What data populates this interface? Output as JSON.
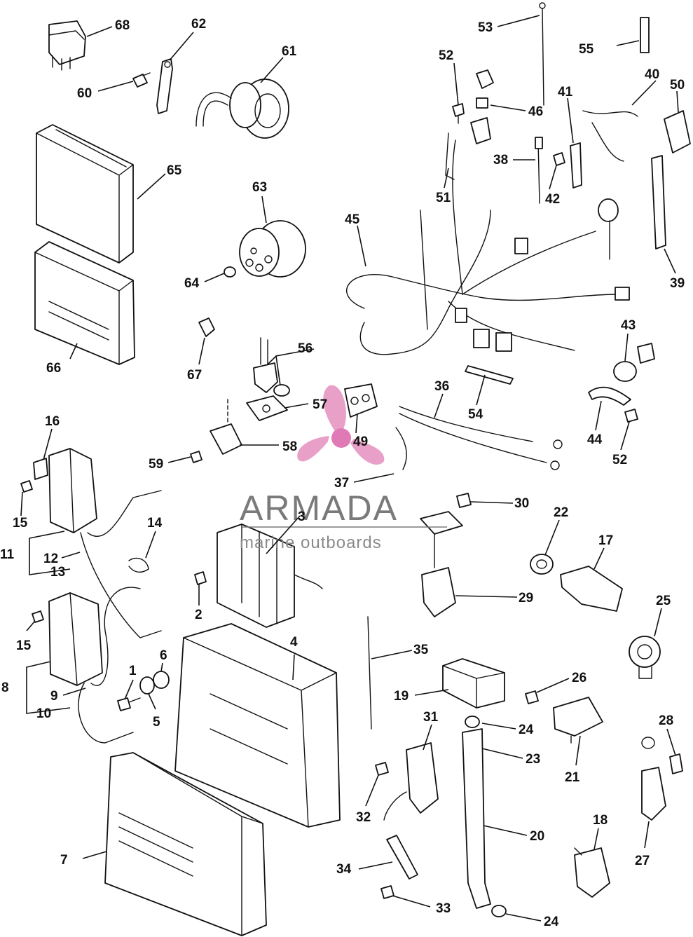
{
  "watermark": {
    "brand": "ARMADA",
    "tagline": "marine outboards",
    "logo_color": "#e8a0c8",
    "logo_hub_color": "#e07ab6"
  },
  "callouts": [
    {
      "id": "c1",
      "text": "1"
    },
    {
      "id": "c2",
      "text": "2"
    },
    {
      "id": "c3",
      "text": "3"
    },
    {
      "id": "c4",
      "text": "4"
    },
    {
      "id": "c5",
      "text": "5"
    },
    {
      "id": "c6",
      "text": "6"
    },
    {
      "id": "c7",
      "text": "7"
    },
    {
      "id": "c8",
      "text": "8"
    },
    {
      "id": "c9",
      "text": "9"
    },
    {
      "id": "c10",
      "text": "10"
    },
    {
      "id": "c11",
      "text": "11"
    },
    {
      "id": "c12",
      "text": "12"
    },
    {
      "id": "c13",
      "text": "13"
    },
    {
      "id": "c14",
      "text": "14"
    },
    {
      "id": "c15a",
      "text": "15"
    },
    {
      "id": "c15b",
      "text": "15"
    },
    {
      "id": "c16",
      "text": "16"
    },
    {
      "id": "c17",
      "text": "17"
    },
    {
      "id": "c18",
      "text": "18"
    },
    {
      "id": "c19",
      "text": "19"
    },
    {
      "id": "c20",
      "text": "20"
    },
    {
      "id": "c21",
      "text": "21"
    },
    {
      "id": "c22",
      "text": "22"
    },
    {
      "id": "c23",
      "text": "23"
    },
    {
      "id": "c24a",
      "text": "24"
    },
    {
      "id": "c24b",
      "text": "24"
    },
    {
      "id": "c25",
      "text": "25"
    },
    {
      "id": "c26",
      "text": "26"
    },
    {
      "id": "c27",
      "text": "27"
    },
    {
      "id": "c28",
      "text": "28"
    },
    {
      "id": "c29",
      "text": "29"
    },
    {
      "id": "c30",
      "text": "30"
    },
    {
      "id": "c31",
      "text": "31"
    },
    {
      "id": "c32",
      "text": "32"
    },
    {
      "id": "c33",
      "text": "33"
    },
    {
      "id": "c34",
      "text": "34"
    },
    {
      "id": "c35",
      "text": "35"
    },
    {
      "id": "c36",
      "text": "36"
    },
    {
      "id": "c37",
      "text": "37"
    },
    {
      "id": "c38",
      "text": "38"
    },
    {
      "id": "c39",
      "text": "39"
    },
    {
      "id": "c40",
      "text": "40"
    },
    {
      "id": "c41",
      "text": "41"
    },
    {
      "id": "c42",
      "text": "42"
    },
    {
      "id": "c43",
      "text": "43"
    },
    {
      "id": "c44",
      "text": "44"
    },
    {
      "id": "c45",
      "text": "45"
    },
    {
      "id": "c46",
      "text": "46"
    },
    {
      "id": "c49",
      "text": "49"
    },
    {
      "id": "c50",
      "text": "50"
    },
    {
      "id": "c51",
      "text": "51"
    },
    {
      "id": "c52a",
      "text": "52"
    },
    {
      "id": "c52b",
      "text": "52"
    },
    {
      "id": "c53",
      "text": "53"
    },
    {
      "id": "c54",
      "text": "54"
    },
    {
      "id": "c55",
      "text": "55"
    },
    {
      "id": "c56",
      "text": "56"
    },
    {
      "id": "c57",
      "text": "57"
    },
    {
      "id": "c58",
      "text": "58"
    },
    {
      "id": "c59",
      "text": "59"
    },
    {
      "id": "c60",
      "text": "60"
    },
    {
      "id": "c61",
      "text": "61"
    },
    {
      "id": "c62",
      "text": "62"
    },
    {
      "id": "c63",
      "text": "63"
    },
    {
      "id": "c64",
      "text": "64"
    },
    {
      "id": "c65",
      "text": "65"
    },
    {
      "id": "c66",
      "text": "66"
    },
    {
      "id": "c67",
      "text": "67"
    },
    {
      "id": "c68",
      "text": "68"
    }
  ]
}
